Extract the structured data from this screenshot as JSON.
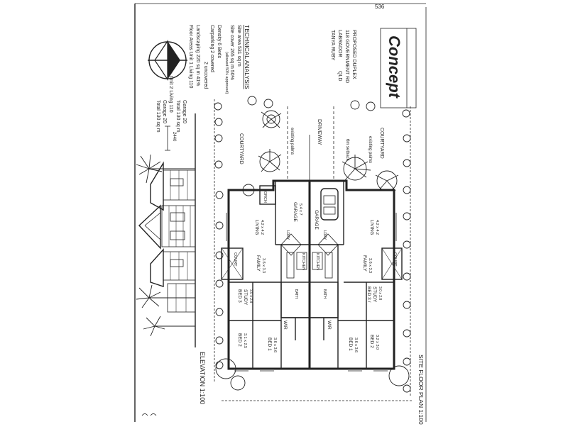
{
  "document": {
    "page_marker": "536",
    "title_block": {
      "section_heading": "TECHNICAL ANALYSIS",
      "site_area": "Site area   531 sq m",
      "site_cover": "Site cover   265 sq m 50%",
      "site_cover_note": "(allowed 50% approved)",
      "density": "Density   6 Beds",
      "carparking": "Carparking   2 covered",
      "carparking_2": "2 uncovered",
      "landscaping": "Landscaping   220 sq m  41%",
      "floor_areas": "Floor Areas   Unit 1 Living 110",
      "unit1_garage": "Garage 20",
      "unit1_total": "Total 130 sq m",
      "unit2_living": "Unit 2 Living 110",
      "unit2_garage": "Garage 20",
      "unit2_total": "Total 130 sq m"
    },
    "project": {
      "line1": "PROPOSED DUPLEX",
      "line2": "118 GOVERNMENT RD",
      "line3": "LABRADOR",
      "line4": "QLD",
      "client": "TANYA RUBY"
    },
    "logo_text": "Concept",
    "plan_labels": {
      "courtyard_top": "COURTYARD",
      "courtyard_bottom": "COURTYARD",
      "driveway": "DRIVEWAY",
      "existing_palms_1": "existing palms",
      "existing_palms_2": "existing palms",
      "setback": "6m setback",
      "porch": "PORCH",
      "garage_1": "GARAGE",
      "garage_1_size": "5.4 x 7",
      "garage_2": "GARAGE",
      "living_1": "LIVING",
      "living_1_size": "4.2 x 4.2",
      "living_2": "LIVING",
      "living_2_size": "4.2 x 4.2",
      "ldry_1": "LDRY",
      "ldry_2": "LDRY",
      "kitchen_1": "KITCHEN",
      "kitchen_2": "KITCHEN",
      "family_1": "FAMILY",
      "family_1_size": "3.6 x 3.3",
      "family_2": "FAMILY",
      "family_2_size": "3.6 x 3.3",
      "court_1": "COURT",
      "court_2": "COURT",
      "bed3_1": "BED 3",
      "study_1": "STUDY",
      "bed3_1_size": "3.0 x 2.8",
      "bed3_2": "BED 3 /",
      "study_2": "STUDY",
      "bed3_2_size": "3.0 x 2.8",
      "bath_1": "BATH",
      "bath_2": "BATH",
      "wir_1": "WIR",
      "wir_2": "WIR",
      "bed2_1": "BED 2",
      "bed2_1_size": "3.1 x 2.5",
      "bed2_2": "BED 2",
      "bed2_2_size": "3.2 x 3.0",
      "bed1_1": "BED 1",
      "bed1_1_size": "3.6 x 3.6",
      "bed1_2": "BED 1",
      "bed1_2_size": "3.6 x 3.6"
    },
    "elevation_title": "ELEVATION 1:100",
    "site_plan_title": "SITE FLOOR PLAN 1:100",
    "elevation_dimension": "2440"
  }
}
